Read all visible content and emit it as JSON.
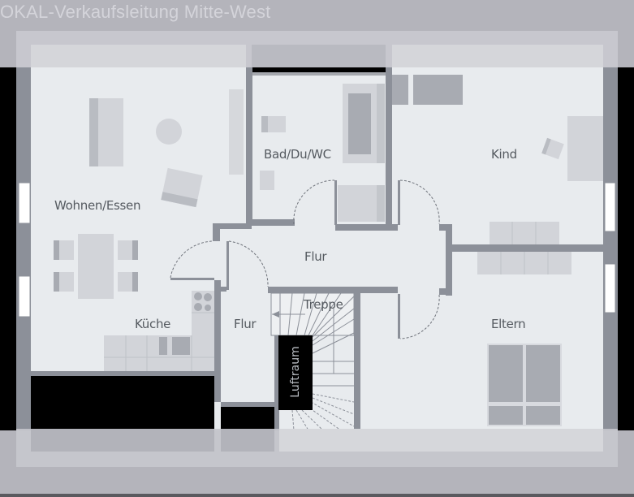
{
  "watermark": {
    "text": "OKAL-Verkaufsleitung Mitte-West"
  },
  "colors": {
    "background": "#b4b4bb",
    "overlay_frame": "#c7c7ce",
    "floor": "#e8ebee",
    "wall": "#8c9099",
    "furniture_light": "#d2d4d9",
    "furniture_dark": "#a8abb2",
    "void": "#000000",
    "label_text": "#555a60"
  },
  "floor_plan": {
    "rooms": [
      {
        "id": "wohnen",
        "label": "Wohnen/Essen"
      },
      {
        "id": "bad",
        "label": "Bad/Du/WC"
      },
      {
        "id": "kind",
        "label": "Kind"
      },
      {
        "id": "flur_main",
        "label": "Flur"
      },
      {
        "id": "flur_small",
        "label": "Flur"
      },
      {
        "id": "kueche",
        "label": "Küche"
      },
      {
        "id": "treppe",
        "label": "Treppe"
      },
      {
        "id": "luftraum",
        "label": "Luftraum"
      },
      {
        "id": "eltern",
        "label": "Eltern"
      }
    ]
  }
}
